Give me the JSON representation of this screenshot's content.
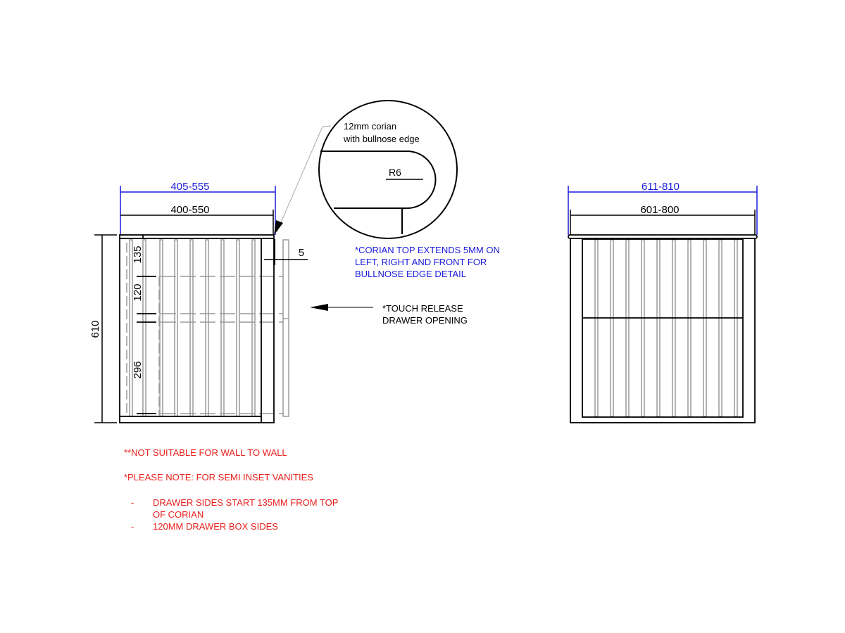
{
  "side_view": {
    "overall_width_with_top": "405-555",
    "cabinet_width": "400-550",
    "height": "610",
    "dim_top": "135",
    "dim_drawer_box": "120",
    "dim_lower": "296",
    "overhang": "5"
  },
  "front_view": {
    "overall_width_with_top": "611-810",
    "cabinet_width": "601-800"
  },
  "detail": {
    "label_line1": "12mm corian",
    "label_line2": "with bullnose edge",
    "radius": "R6"
  },
  "notes": {
    "corian_note": [
      "*CORIAN TOP EXTENDS 5MM ON",
      "LEFT, RIGHT AND FRONT FOR",
      "BULLNOSE EDGE DETAIL"
    ],
    "touch_release": [
      "*TOUCH RELEASE",
      "DRAWER OPENING"
    ],
    "wall_to_wall": "**NOT SUITABLE FOR WALL TO WALL",
    "please_note": "*PLEASE NOTE: FOR SEMI INSET VANITIES",
    "bullets": [
      {
        "dash": "-",
        "line1": "DRAWER SIDES START 135MM FROM TOP",
        "line2": "OF CORIAN"
      },
      {
        "dash": "-",
        "line1": "120MM DRAWER BOX SIDES",
        "line2": ""
      }
    ]
  },
  "colors": {
    "dimension_blue": "#1a1adc",
    "note_red": "#e8201c",
    "line": "#000000",
    "slat_gray": "#9a9a9a"
  }
}
